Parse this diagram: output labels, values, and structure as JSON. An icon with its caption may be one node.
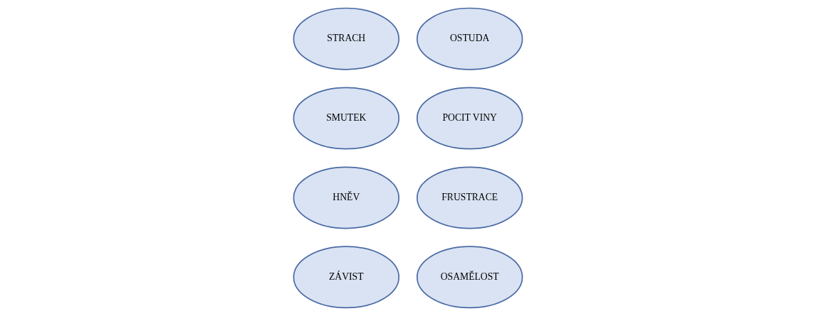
{
  "diagram": {
    "nodes": [
      {
        "text": [
          "STRACH"
        ]
      },
      {
        "text": [
          "SMUTEK"
        ]
      },
      {
        "text": [
          "HNĚV"
        ]
      },
      {
        "text": [
          "ZÁVIST"
        ]
      },
      {
        "text": [
          "OSTUDA"
        ]
      },
      {
        "text": [
          "POCIT VINY"
        ]
      },
      {
        "text": [
          "FRUSTRACE"
        ]
      },
      {
        "text": [
          "OSAMĚLOST"
        ]
      }
    ]
  }
}
